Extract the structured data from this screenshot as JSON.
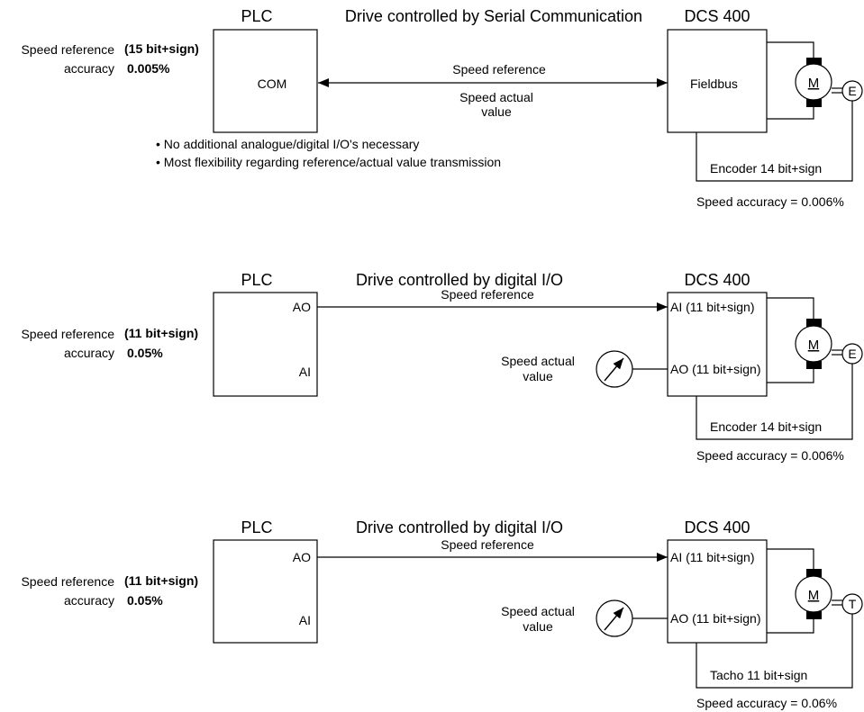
{
  "sections": [
    {
      "plc_label": "PLC",
      "title": "Drive controlled by Serial Communication",
      "dcs_label": "DCS 400",
      "left_label_1": "Speed reference",
      "left_label_2": "accuracy",
      "resolution": "(15 bit+sign)",
      "accuracy_value": "0.005%",
      "plc_port": "COM",
      "link_label_1": "Speed reference",
      "link_label_2a": "Speed actual",
      "link_label_2b": "value",
      "dcs_port": "Fieldbus",
      "motor": "M",
      "feedback_device": "E",
      "feedback_label": "Encoder 14 bit+sign",
      "speed_accuracy": "Speed accuracy = 0.006%",
      "bullets": [
        "• No additional analogue/digital I/O's necessary",
        "• Most flexibility regarding reference/actual value transmission"
      ]
    },
    {
      "plc_label": "PLC",
      "title": "Drive controlled by digital I/O",
      "dcs_label": "DCS 400",
      "left_label_1": "Speed reference",
      "left_label_2": "accuracy",
      "resolution": "(11 bit+sign)",
      "accuracy_value": "0.05%",
      "plc_port_1": "AO",
      "plc_port_2": "AI",
      "link_label_1": "Speed reference",
      "meter_label_1": "Speed actual",
      "meter_label_2": "value",
      "dcs_port_1": "AI (11 bit+sign)",
      "dcs_port_2": "AO (11 bit+sign)",
      "motor": "M",
      "feedback_device": "E",
      "feedback_label": "Encoder 14 bit+sign",
      "speed_accuracy": "Speed accuracy = 0.006%"
    },
    {
      "plc_label": "PLC",
      "title": "Drive controlled by digital I/O",
      "dcs_label": "DCS 400",
      "left_label_1": "Speed reference",
      "left_label_2": "accuracy",
      "resolution": "(11 bit+sign)",
      "accuracy_value": "0.05%",
      "plc_port_1": "AO",
      "plc_port_2": "AI",
      "link_label_1": "Speed reference",
      "meter_label_1": "Speed actual",
      "meter_label_2": "value",
      "dcs_port_1": "AI (11 bit+sign)",
      "dcs_port_2": "AO (11 bit+sign)",
      "motor": "M",
      "feedback_device": "T",
      "feedback_label": "Tacho 11 bit+sign",
      "speed_accuracy": "Speed accuracy = 0.06%"
    }
  ]
}
